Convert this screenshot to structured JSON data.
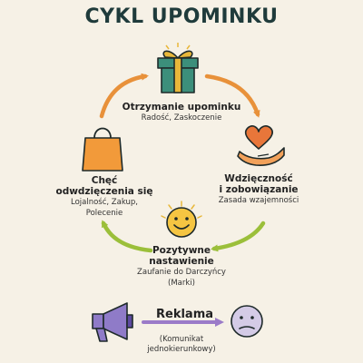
{
  "title": "CYKL UPOMINKU",
  "colors": {
    "arrow_orange": "#e8913a",
    "arrow_green": "#9bbf3a",
    "arrow_purple": "#9b7bc8",
    "background": "#f6f1e6"
  },
  "cycle": [
    {
      "icon": "gift-icon",
      "name": "Otrzymanie upominku",
      "sub": "Radość, Zaskoczenie"
    },
    {
      "icon": "heart-hand-icon",
      "name": "Wdzięczność i zobowiązanie",
      "name_lines": [
        "Wdzięczność",
        "i zobowiązanie"
      ],
      "sub": "Zasada wzajemności"
    },
    {
      "icon": "smiley-icon",
      "name": "Pozytywne nastawienie",
      "name_lines": [
        "Pozytywne",
        "nastawienie"
      ],
      "sub": "Zaufanie do Darczyńcy (Marki)",
      "sub_lines": [
        "Zaufanie do Darczyńcy",
        "(Marki)"
      ]
    },
    {
      "icon": "shopping-bag-icon",
      "name": "Chęć odwdzięczenia się",
      "name_lines": [
        "Chęć",
        "odwdzięczenia się"
      ],
      "sub": "Lojalność, Zakup, Polecenie",
      "sub_lines": [
        "Lojalność, Zakup,",
        "Polecenie"
      ]
    }
  ],
  "advertising": {
    "icon_left": "megaphone-icon",
    "icon_right": "neutral-face-icon",
    "label": "Reklama",
    "sub": "(Komunikat jednokierunkowy)",
    "sub_lines": [
      "(Komunikat",
      "jednokierunkowy)"
    ]
  }
}
